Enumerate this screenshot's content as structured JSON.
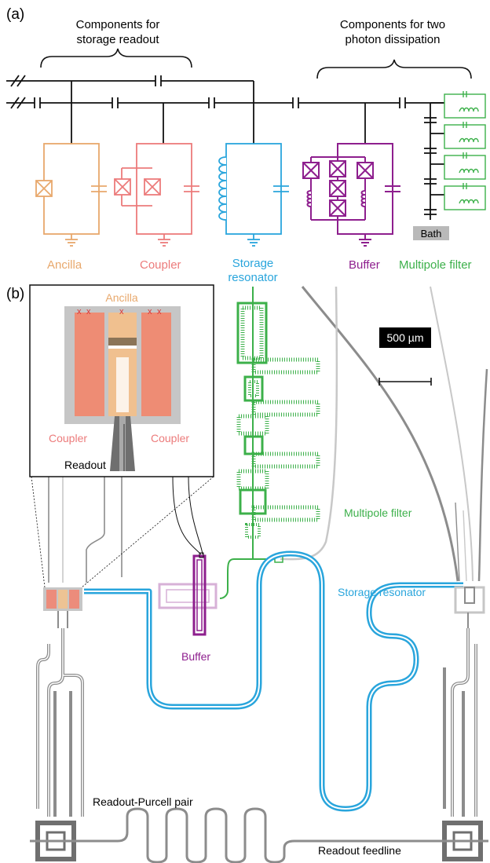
{
  "panel_a": {
    "tag": "(a)",
    "group_readout": [
      "Components for",
      "storage readout"
    ],
    "group_dissipation": [
      "Components for two",
      "photon dissipation"
    ],
    "ancilla": "Ancilla",
    "coupler": "Coupler",
    "storage": [
      "Storage",
      "resonator"
    ],
    "buffer": "Buffer",
    "filter": "Multipole filter",
    "bath": "Bath"
  },
  "panel_b": {
    "tag": "(b)",
    "scale": "500 µm",
    "inset_ancilla": "Ancilla",
    "inset_coupler_left": "Coupler",
    "inset_coupler_right": "Coupler",
    "inset_readout": "Readout",
    "filter": "Multipole filter",
    "storage": "Storage resonator",
    "buffer": "Buffer",
    "purcell": "Readout-Purcell pair",
    "feedline": "Readout feedline"
  },
  "colors": {
    "ancilla": "#e8a86c",
    "coupler": "#ec7b7b",
    "storage": "#29a5dc",
    "buffer": "#8e1f8e",
    "filter": "#3cb04a",
    "grey": "#8c8c8c",
    "black": "#111111"
  }
}
